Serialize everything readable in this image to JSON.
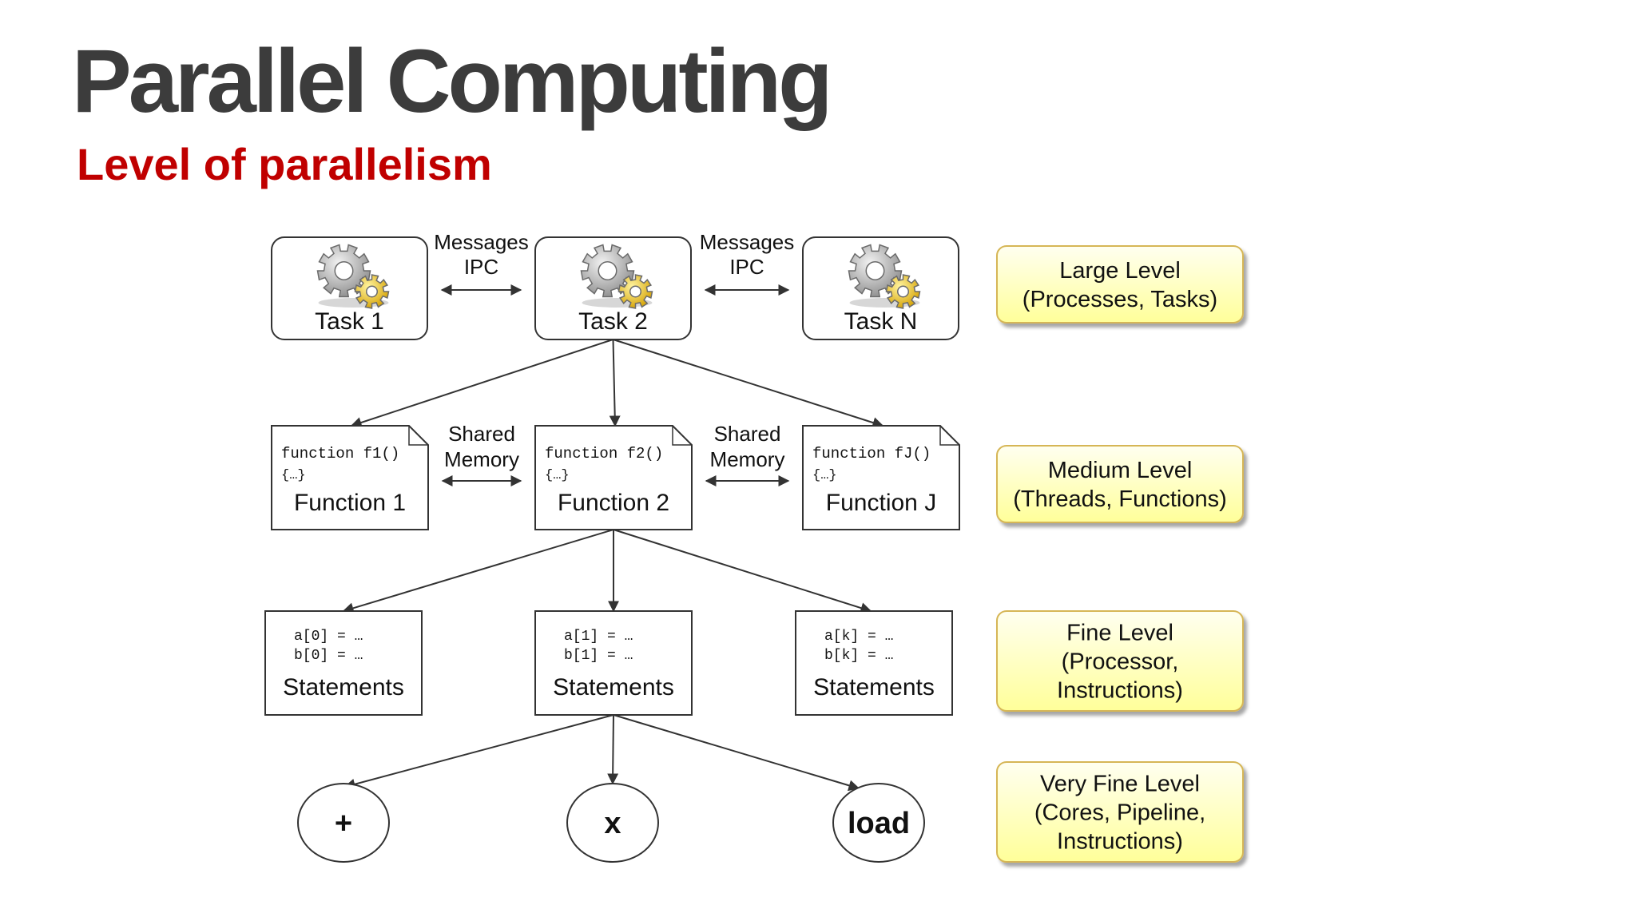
{
  "page": {
    "title": "Parallel Computing",
    "subtitle": "Level of parallelism"
  },
  "colors": {
    "title": "#3c3c3c",
    "subtitle": "#c00000",
    "level_fill_top": "#fffff0",
    "level_fill_bottom": "#ffff99",
    "level_border": "#d6b656",
    "line": "#333333"
  },
  "tasks": [
    {
      "label": "Task 1",
      "icon": "gears-icon"
    },
    {
      "label": "Task 2",
      "icon": "gears-icon"
    },
    {
      "label": "Task N",
      "icon": "gears-icon"
    }
  ],
  "task_links": [
    {
      "line1": "Messages",
      "line2": "IPC"
    },
    {
      "line1": "Messages",
      "line2": "IPC"
    }
  ],
  "functions": [
    {
      "code1": "function f1()",
      "code2": "{…}",
      "label": "Function 1"
    },
    {
      "code1": "function f2()",
      "code2": "{…}",
      "label": "Function 2"
    },
    {
      "code1": "function fJ()",
      "code2": "{…}",
      "label": "Function J"
    }
  ],
  "function_links": [
    {
      "line1": "Shared",
      "line2": "Memory"
    },
    {
      "line1": "Shared",
      "line2": "Memory"
    }
  ],
  "statements": [
    {
      "code1": "a[0] = …",
      "code2": "b[0] = …",
      "label": "Statements"
    },
    {
      "code1": "a[1] = …",
      "code2": "b[1] = …",
      "label": "Statements"
    },
    {
      "code1": "a[k] = …",
      "code2": "b[k] = …",
      "label": "Statements"
    }
  ],
  "operations": [
    {
      "label": "+"
    },
    {
      "label": "x"
    },
    {
      "label": "load"
    }
  ],
  "levels": [
    {
      "lines": [
        "Large Level",
        "(Processes, Tasks)"
      ]
    },
    {
      "lines": [
        "Medium Level",
        "(Threads, Functions)"
      ]
    },
    {
      "lines": [
        "Fine Level",
        "(Processor,",
        "Instructions)"
      ]
    },
    {
      "lines": [
        "Very Fine Level",
        "(Cores, Pipeline,",
        "Instructions)"
      ]
    }
  ]
}
